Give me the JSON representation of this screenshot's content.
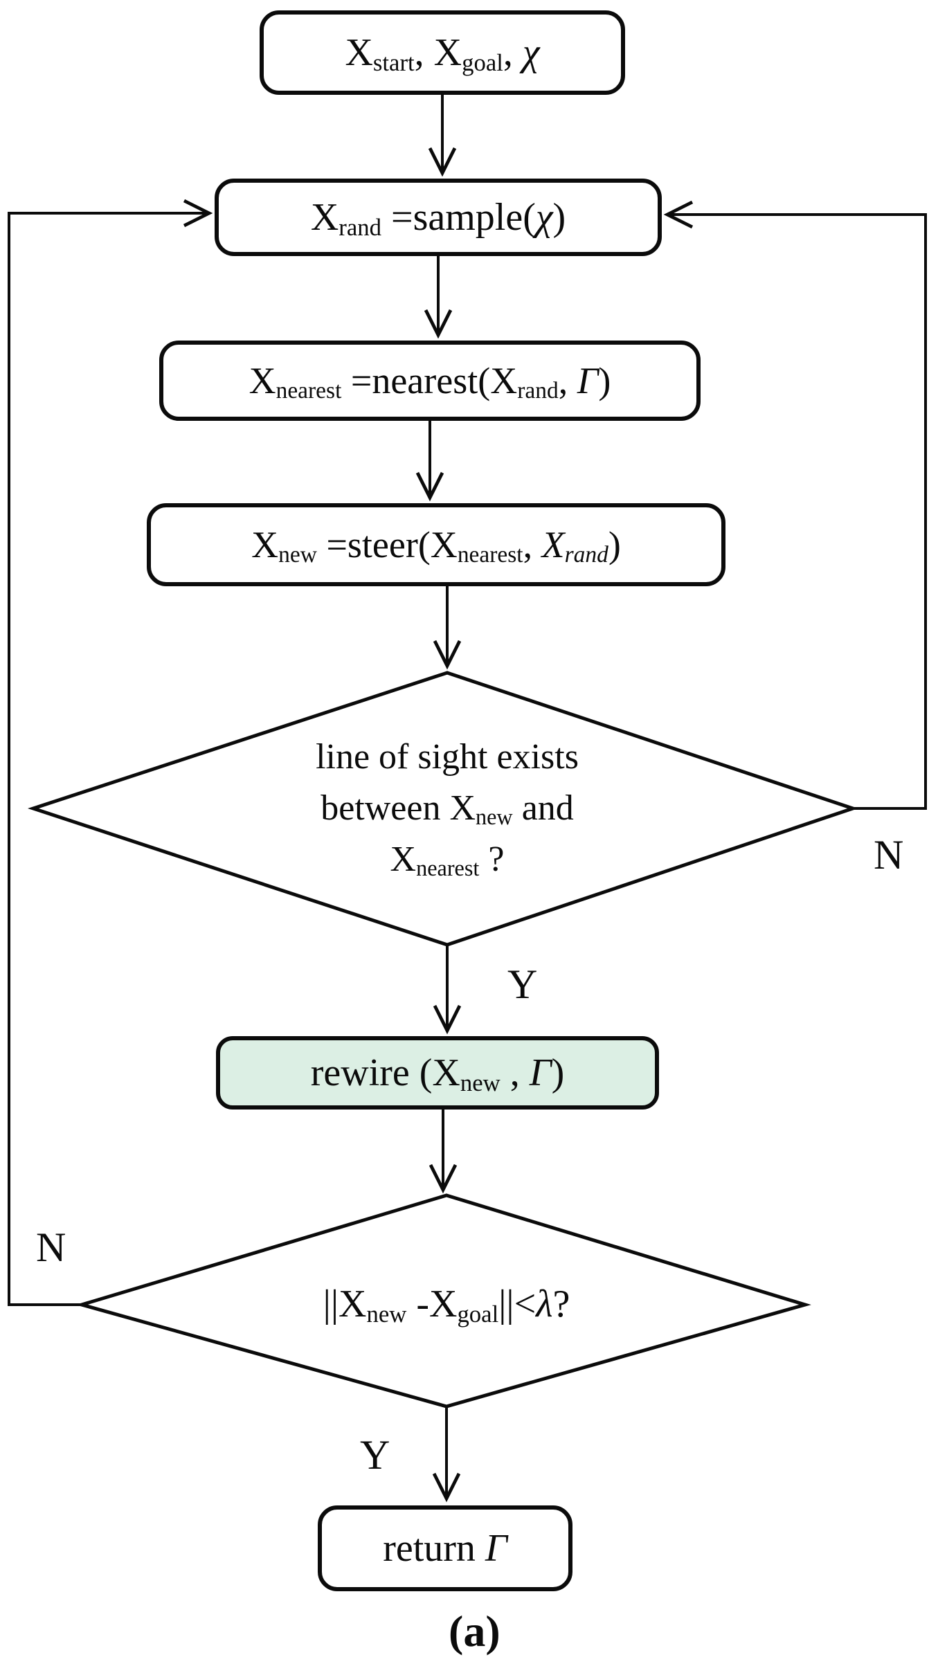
{
  "figure": {
    "caption": "(a)",
    "background": "#ffffff",
    "stroke_color": "#0b0b0b",
    "rewire_fill": "#dcefe4"
  },
  "nodes": {
    "start": {
      "type": "rounded-box",
      "formula": [
        {
          "t": "X"
        },
        {
          "t": "start",
          "sub": true
        },
        {
          "t": ", "
        },
        {
          "t": "X"
        },
        {
          "t": "goal",
          "sub": true
        },
        {
          "t": ",  "
        },
        {
          "t": "χ",
          "italic": true
        }
      ]
    },
    "sample": {
      "type": "rounded-box",
      "formula": [
        {
          "t": "X"
        },
        {
          "t": "rand",
          "sub": true
        },
        {
          "t": " =sample("
        },
        {
          "t": "χ",
          "italic": true
        },
        {
          "t": ")"
        }
      ]
    },
    "nearest": {
      "type": "rounded-box",
      "formula": [
        {
          "t": "X"
        },
        {
          "t": "nearest",
          "sub": true
        },
        {
          "t": " =nearest(X"
        },
        {
          "t": "rand",
          "sub": true
        },
        {
          "t": ", "
        },
        {
          "t": "Γ",
          "italic": true
        },
        {
          "t": ")"
        }
      ]
    },
    "steer": {
      "type": "rounded-box",
      "formula": [
        {
          "t": "X"
        },
        {
          "t": "new",
          "sub": true
        },
        {
          "t": " =steer(X"
        },
        {
          "t": "nearest",
          "sub": true
        },
        {
          "t": ", "
        },
        {
          "t": "X",
          "italic": true
        },
        {
          "t": "rand",
          "sub": true,
          "italic": true
        },
        {
          "t": ")"
        }
      ]
    },
    "line_of_sight_decision": {
      "type": "decision-diamond",
      "line1": "line of sight exists",
      "line2": [
        {
          "t": "between X"
        },
        {
          "t": "new",
          "sub": true
        },
        {
          "t": " and"
        }
      ],
      "line3": [
        {
          "t": "X"
        },
        {
          "t": "nearest",
          "sub": true
        },
        {
          "t": " ?"
        }
      ]
    },
    "rewire": {
      "type": "rounded-box-green",
      "formula": [
        {
          "t": "rewire (X"
        },
        {
          "t": "new",
          "sub": true
        },
        {
          "t": " , "
        },
        {
          "t": "Γ",
          "italic": true
        },
        {
          "t": ")"
        }
      ]
    },
    "goal_check_decision": {
      "type": "decision-diamond",
      "formula": [
        {
          "t": "||X"
        },
        {
          "t": "new",
          "sub": true
        },
        {
          "t": " -X"
        },
        {
          "t": "goal",
          "sub": true
        },
        {
          "t": "||<"
        },
        {
          "t": "λ",
          "italic": true
        },
        {
          "t": "?"
        }
      ]
    },
    "return": {
      "type": "rounded-box",
      "formula": [
        {
          "t": "return "
        },
        {
          "t": "Γ",
          "italic": true
        }
      ]
    }
  },
  "edge_labels": {
    "yes1": "Y",
    "no1": "N",
    "no2": "N",
    "yes2": "Y"
  }
}
